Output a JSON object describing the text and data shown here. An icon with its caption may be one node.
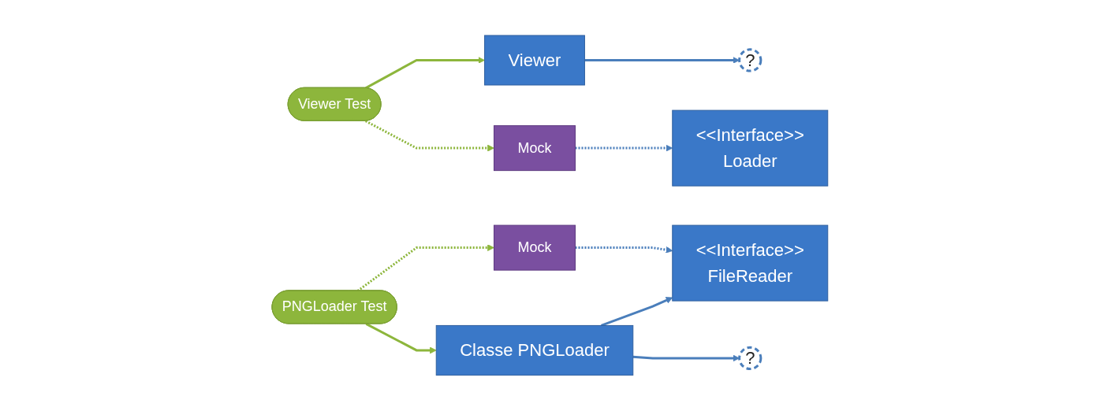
{
  "diagram": {
    "nodes": [
      {
        "text": [
          "Viewer Test"
        ]
      },
      {
        "text": [
          "Viewer"
        ]
      },
      {
        "text": [
          "<<Interface>>",
          "Loader"
        ]
      },
      {
        "text": [
          "?"
        ]
      },
      {
        "text": [
          "<<Interface>>",
          "FileReader"
        ]
      },
      {
        "text": [
          "Mock"
        ]
      },
      {
        "text": [
          "Mock"
        ]
      },
      {
        "text": [
          "PNGLoader Test"
        ]
      },
      {
        "text": [
          "Classe PNGLoader"
        ]
      },
      {
        "text": [
          "?"
        ]
      }
    ],
    "edges": [
      {
        "from": 0,
        "to": 1,
        "arrow": "to",
        "color": "#8db63c"
      },
      {
        "from": 1,
        "to": 3,
        "arrow": "to"
      },
      {
        "from": 0,
        "to": 5,
        "arrow": "to",
        "style": "dashed",
        "color": "#8db63c"
      },
      {
        "from": 5,
        "to": 2,
        "arrow": "to",
        "style": "dashed"
      },
      {
        "from": 8,
        "to": 4,
        "arrow": "to"
      },
      {
        "from": 8,
        "to": 9,
        "arrow": "to"
      },
      {
        "from": 6,
        "to": 4,
        "arrow": "to",
        "style": "dashed"
      },
      {
        "from": 7,
        "to": 8,
        "arrow": "to",
        "color": "#8db63c"
      },
      {
        "from": 7,
        "to": 6,
        "arrow": "to",
        "style": "dashed",
        "color": "#8db63c"
      }
    ]
  }
}
